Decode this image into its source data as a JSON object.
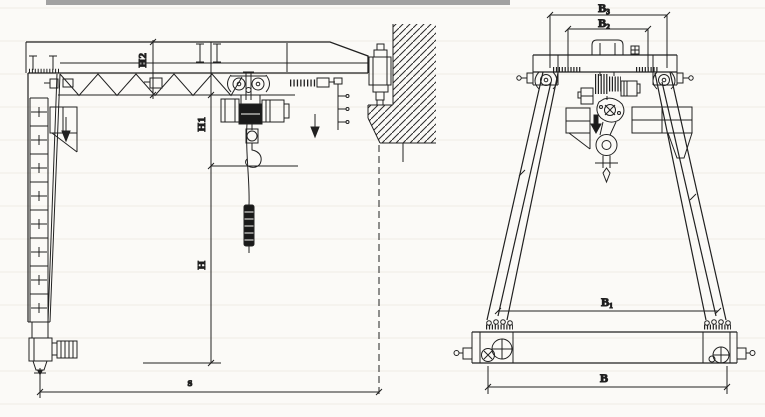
{
  "labels": {
    "h2": "H2",
    "h1": "H1",
    "h": "H",
    "span": "s",
    "b3_base": "B",
    "b3_sub": "3",
    "b2_base": "B",
    "b2_sub": "2",
    "b1_base": "B",
    "b1_sub": "1",
    "b_base": "B"
  },
  "colors": {
    "ink": "#212121",
    "paper": "#fbfaf7",
    "scan_strip": "#a2a2a2",
    "faint_line": "#e6e1d6"
  }
}
